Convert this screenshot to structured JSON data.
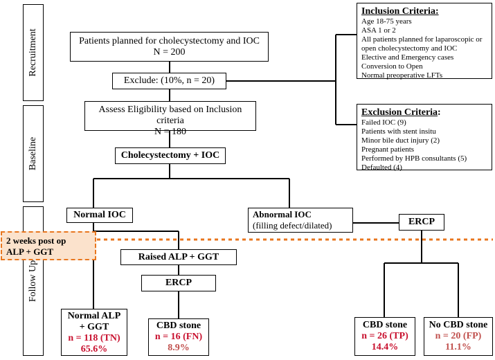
{
  "stages": {
    "recruitment": "Recruitment",
    "baseline": "Baseline",
    "follow_up": "Follow Up"
  },
  "recruit": {
    "line1": "Patients planned for cholecystectomy and IOC",
    "line2": "N = 200"
  },
  "exclude": "Exclude: (10%, n = 20)",
  "assess": {
    "line1": "Assess Eligibility based on Inclusion criteria",
    "line2": "N = 180"
  },
  "surgery": "Cholecystectomy + IOC",
  "normal_ioc": "Normal IOC",
  "abnormal_ioc": {
    "line1": "Abnormal IOC",
    "line2": "(filling defect/dilated)"
  },
  "ercp_right": "ERCP",
  "raised": "Raised ALP + GGT",
  "ercp_mid": "ERCP",
  "post_op": {
    "line1": "2 weeks post op",
    "line2": "ALP + GGT"
  },
  "outcomes": {
    "normal": {
      "l1": "Normal ALP",
      "l2": "+ GGT",
      "count": "n = 118 (TN)",
      "pct": "65.6%"
    },
    "cbd_fn": {
      "l1": "CBD stone",
      "count": "n = 16 (FN)",
      "pct": "8.9%"
    },
    "cbd_tp": {
      "l1": "CBD stone",
      "count": "n = 26 (TP)",
      "pct": "14.4%"
    },
    "no_cbd": {
      "l1": "No CBD stone",
      "count": "n = 20 (FP)",
      "pct": "11.1%"
    }
  },
  "inclusion": {
    "title": "Inclusion Criteria:",
    "items": [
      "Age 18-75 years",
      "ASA 1 or 2",
      "All patients planned for laparoscopic or",
      "open cholecystectomy and IOC",
      "Elective and Emergency cases",
      "Conversion to Open",
      "Normal preoperative LFTs"
    ]
  },
  "exclusion": {
    "title": "Exclusion Criteria",
    "colon": ":",
    "items": [
      "Failed IOC (9)",
      "Patients with stent insitu",
      "Minor bile duct injury (2)",
      "Pregnant patients",
      "Performed by HPB consultants (5)",
      "Defaulted (4)"
    ]
  },
  "colors": {
    "accent_orange": "#e8761e",
    "orange_fill": "#fbe2cc",
    "red": "#c8102e",
    "light_red": "#c0504d"
  }
}
